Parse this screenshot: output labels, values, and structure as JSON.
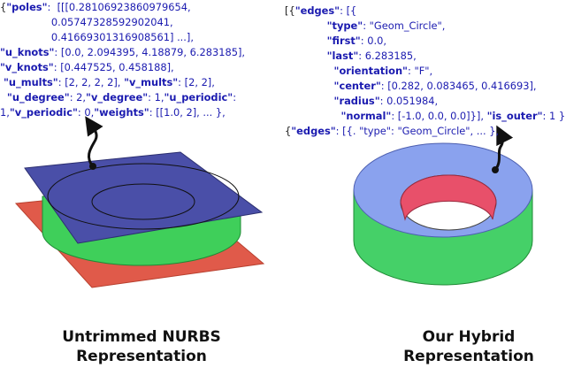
{
  "left_code": {
    "lines": [
      [
        {
          "t": "{",
          "c": "p"
        },
        {
          "t": "\"poles\"",
          "c": "k"
        },
        {
          "t": ":  [[[0.28106923860979654,",
          "c": "v"
        }
      ],
      [
        {
          "t": "                0.05747328592902041,",
          "c": "v"
        }
      ],
      [
        {
          "t": "                0.41669301316908561] ...],",
          "c": "v"
        }
      ],
      [
        {
          "t": "\"u_knots\"",
          "c": "k"
        },
        {
          "t": ": [0.0, 2.094395, 4.18879, 6.283185],",
          "c": "v"
        }
      ],
      [
        {
          "t": "\"v_knots\"",
          "c": "k"
        },
        {
          "t": ": [0.447525, 0.458188],",
          "c": "v"
        }
      ],
      [
        {
          "t": " \"u_mults\"",
          "c": "k"
        },
        {
          "t": ": [2, 2, 2, 2], ",
          "c": "v"
        },
        {
          "t": "\"v_mults\"",
          "c": "k"
        },
        {
          "t": ": [2, 2],",
          "c": "v"
        }
      ],
      [
        {
          "t": "  \"u_degree\"",
          "c": "k"
        },
        {
          "t": ": 2,",
          "c": "v"
        },
        {
          "t": "\"v_degree\"",
          "c": "k"
        },
        {
          "t": ": 1,",
          "c": "v"
        },
        {
          "t": "\"u_periodic\"",
          "c": "k"
        },
        {
          "t": ":",
          "c": "v"
        }
      ],
      [
        {
          "t": "1,",
          "c": "v"
        },
        {
          "t": "\"v_periodic\"",
          "c": "k"
        },
        {
          "t": ": 0,",
          "c": "v"
        },
        {
          "t": "\"weights\"",
          "c": "k"
        },
        {
          "t": ": [[1.0, 2], ... },",
          "c": "v"
        }
      ]
    ]
  },
  "right_code": {
    "lines": [
      [
        {
          "t": "[{",
          "c": "p"
        },
        {
          "t": "\"edges\"",
          "c": "k"
        },
        {
          "t": ": [{",
          "c": "v"
        }
      ],
      [
        {
          "t": "            \"type\"",
          "c": "k"
        },
        {
          "t": ": \"Geom_Circle\",",
          "c": "v"
        }
      ],
      [
        {
          "t": "            \"first\"",
          "c": "k"
        },
        {
          "t": ": 0.0,",
          "c": "v"
        }
      ],
      [
        {
          "t": "            \"last\"",
          "c": "k"
        },
        {
          "t": ": 6.283185,",
          "c": "v"
        }
      ],
      [
        {
          "t": "              \"orientation\"",
          "c": "k"
        },
        {
          "t": ": \"F\",",
          "c": "v"
        }
      ],
      [
        {
          "t": "              \"center\"",
          "c": "k"
        },
        {
          "t": ": [0.282, 0.083465, 0.416693],",
          "c": "v"
        }
      ],
      [
        {
          "t": "              \"radius\"",
          "c": "k"
        },
        {
          "t": ": 0.051984,",
          "c": "v"
        }
      ],
      [
        {
          "t": "                \"normal\"",
          "c": "k"
        },
        {
          "t": ": [-1.0, 0.0, 0.0]}], ",
          "c": "v"
        },
        {
          "t": "\"is_outer\"",
          "c": "k"
        },
        {
          "t": ": 1 },",
          "c": "v"
        }
      ],
      [
        {
          "t": "{",
          "c": "p"
        },
        {
          "t": "\"edges\"",
          "c": "k"
        },
        {
          "t": ": [{. \"type\": \"Geom_Circle\", ... },",
          "c": "v"
        }
      ]
    ]
  },
  "captions": {
    "left_line1": "Untrimmed NURBS",
    "left_line2": "Representation",
    "right_line1": "Our Hybrid",
    "right_line2": "Representation"
  },
  "colors": {
    "code_keys": "#1b1bb0",
    "nurbs_top_plane": "#4a4fa8",
    "nurbs_bottom_plane": "#e05a4a",
    "cylinder_side": "#3fcf5a",
    "ring_top": "#8aa2ee",
    "ring_inner": "#e8506a",
    "ring_side": "#45d068"
  }
}
